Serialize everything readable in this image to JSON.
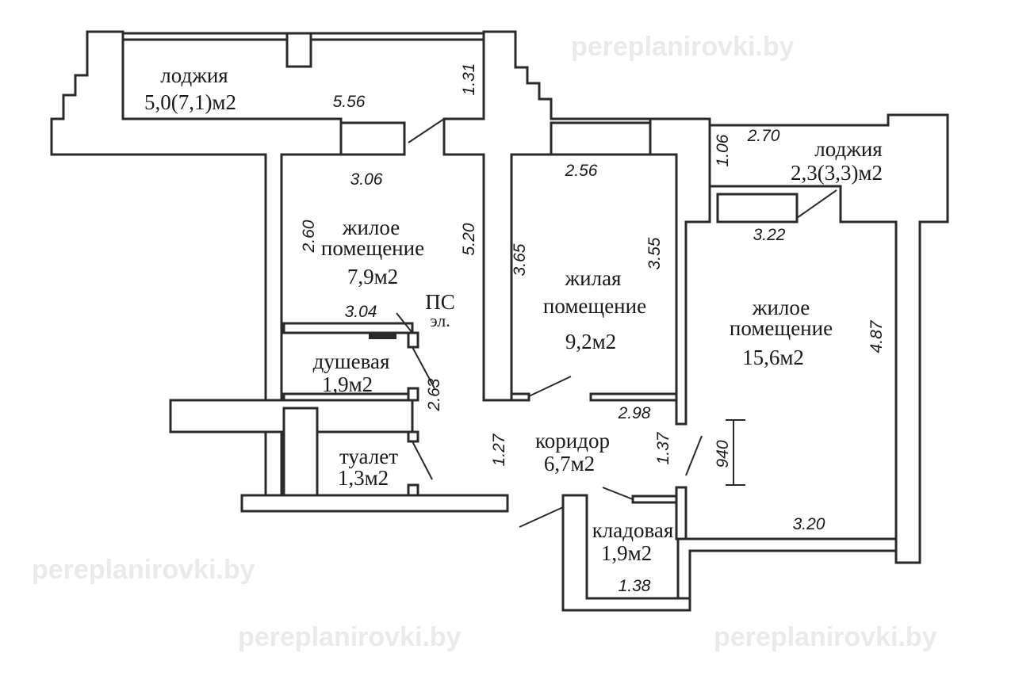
{
  "watermark": "pereplanirovki.by",
  "rooms": [
    {
      "name": "лоджия",
      "area": "5,0(7,1)м2"
    },
    {
      "name": "лоджия",
      "area": "2,3(3,3)м2"
    },
    {
      "name1": "жилое",
      "name2": "помещение",
      "area": "7,9м2"
    },
    {
      "name1": "жилая",
      "name2": "помещение",
      "area": "9,2м2"
    },
    {
      "name1": "жилое",
      "name2": "помещение",
      "area": "15,6м2"
    },
    {
      "name": "душевая",
      "area": "1,9м2"
    },
    {
      "name": "туалет",
      "area": "1,3м2"
    },
    {
      "name": "коридор",
      "area": "6,7м2"
    },
    {
      "name": "кладовая",
      "area": "1,9м2"
    }
  ],
  "labels": {
    "ps": "ПС",
    "el": "эл."
  },
  "dimensions": [
    "5.56",
    "1.31",
    "3.06",
    "2.60",
    "5.20",
    "3.04",
    "2.63",
    "2.56",
    "3.65",
    "3.55",
    "2.70",
    "1.06",
    "3.22",
    "4.87",
    "2.98",
    "1.37",
    "1.27",
    "940",
    "3.20",
    "1.38"
  ]
}
